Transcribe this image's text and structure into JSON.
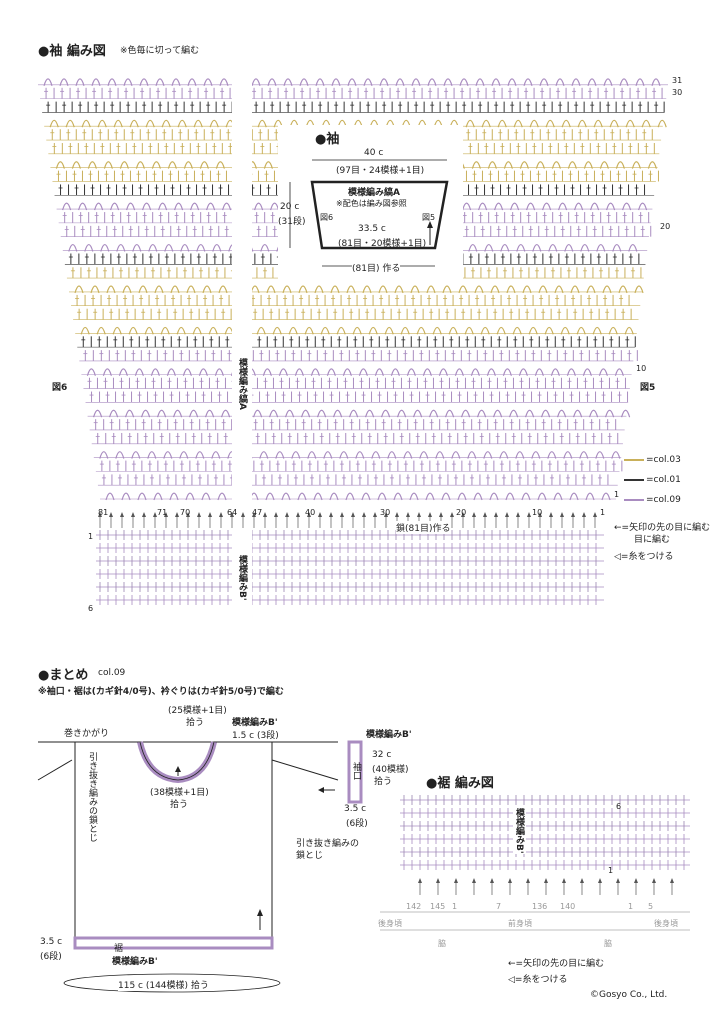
{
  "sleeve_section": {
    "title": "●袖 編み図",
    "title_note": "※色毎に切って編む",
    "left_label": "図6",
    "right_label": "図5",
    "vertical_label": "模様編み縞A",
    "row_labels": [
      "31",
      "30",
      "20",
      "10",
      "1"
    ],
    "chain_label": "鎖(81目)作る",
    "stitch_numbers": [
      "81",
      "71",
      "70",
      "64",
      "47",
      "40",
      "30",
      "20",
      "10",
      "1"
    ],
    "bottom_row_labels": [
      "1",
      "6"
    ],
    "bottom_vertical_label": "模様編みB'",
    "arrow_note": "←=矢印の先の目に編む",
    "arrow_note_2": "目に編む",
    "join_note": "◁=糸をつける",
    "legend": [
      {
        "label": "=col.03",
        "color": "#c9b05a"
      },
      {
        "label": "=col.01",
        "color": "#333333"
      },
      {
        "label": "=col.09",
        "color": "#a98cc0"
      }
    ]
  },
  "sleeve_schematic": {
    "title": "●袖",
    "top_width": "40 c",
    "top_stitches": "(97目・24模様+1目)",
    "pattern_name": "模様編み縞A",
    "pattern_note": "※配色は編み図参照",
    "height": "20 c",
    "height_rows": "(31段)",
    "fig_left": "図6",
    "fig_right": "図5",
    "bottom_width": "33.5 c",
    "bottom_stitches": "(81目・20模様+1目)",
    "chain_start": "(81目) 作る"
  },
  "finishing_section": {
    "title": "●まとめ",
    "title_color": "col.09",
    "note": "※袖口・裾は(カギ針4/0号)、衿ぐりは(カギ針5/0号)で編む",
    "neck_pickup": "(25模様+1目)",
    "neck_pickup_2": "拾う",
    "neck_pattern": "模様編みB'",
    "neck_depth": "1.5 c (3段)",
    "wrap_label": "巻きかがり",
    "front_neck_pickup": "(38模様+1目)",
    "front_neck_pickup_2": "拾う",
    "side_seam_label": "引き抜き編みの鎖とじ",
    "side_seam_label_2": "引き抜き編みの",
    "side_seam_label_3": "鎖とじ",
    "sleeve_pattern": "模様編みB'",
    "sleeve_label": "袖口",
    "sleeve_width": "32 c",
    "sleeve_width_2": "(40模様)",
    "sleeve_width_3": "拾う",
    "sleeve_depth": "3.5 c",
    "sleeve_depth_2": "(6段)",
    "hem_depth": "3.5 c",
    "hem_depth_2": "(6段)",
    "hem_label": "裾",
    "hem_pattern": "模様編みB'",
    "hem_pickup": "115 c (144模様) 拾う"
  },
  "hem_section": {
    "title": "●裾 編み図",
    "vertical_label": "模様編みB'",
    "row_labels": [
      "6",
      "1"
    ],
    "stitch_numbers": [
      "142",
      "145",
      "1",
      "7",
      "136",
      "140",
      "1",
      "5"
    ],
    "back_label": "後身頃",
    "front_label": "前身頃",
    "back_label_2": "後身頃",
    "side_label": "脇",
    "side_label_2": "脇",
    "arrow_note": "←=矢印の先の目に編む",
    "join_note": "◁=糸をつける"
  },
  "copyright": "©Gosyo Co., Ltd."
}
